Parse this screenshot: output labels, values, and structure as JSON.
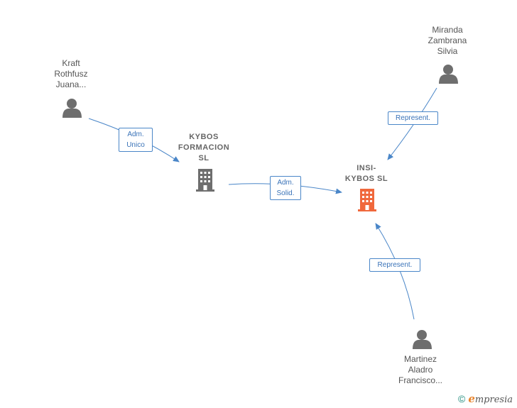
{
  "nodes": {
    "kraft": {
      "label": "Kraft\nRothfusz\nJuana..."
    },
    "miranda": {
      "label": "Miranda\nZambrana\nSilvia"
    },
    "martinez": {
      "label": "Martinez\nAladro\nFrancisco..."
    },
    "kybos_formacion": {
      "label": "KYBOS\nFORMACION\nSL"
    },
    "insi_kybos": {
      "label": "INSI-\nKYBOS  SL"
    }
  },
  "edges": {
    "kraft_to_formacion": {
      "label": "Adm.\nUnico"
    },
    "formacion_to_insi": {
      "label": "Adm.\nSolid."
    },
    "miranda_to_insi": {
      "label": "Represent."
    },
    "martinez_to_insi": {
      "label": "Represent."
    }
  },
  "colors": {
    "edge": "#4a86c8",
    "person_icon": "#6e6e6e",
    "company_icon": "#6e6e6e",
    "focus_company_icon": "#f0683c"
  },
  "footer": {
    "copyright_symbol": "©",
    "brand_initial": "e",
    "brand_rest": "mpresia"
  }
}
